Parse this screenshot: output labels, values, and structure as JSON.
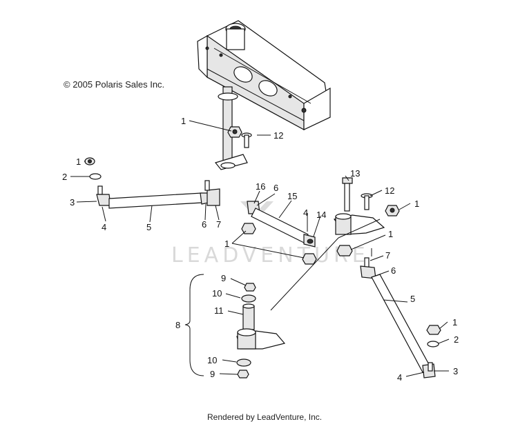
{
  "copyright": "© 2005 Polaris Sales Inc.",
  "footer": "Rendered by LeadVenture, Inc.",
  "watermark": "LEADVENTURE",
  "callouts": {
    "c_1a": "1",
    "c_12a": "12",
    "c_1b": "1",
    "c_2a": "2",
    "c_3a": "3",
    "c_4a": "4",
    "c_5a": "5",
    "c_6a": "6",
    "c_7a": "7",
    "c_16": "16",
    "c_6b": "6",
    "c_15": "15",
    "c_4b": "4",
    "c_14": "14",
    "c_1c": "1",
    "c_13": "13",
    "c_12b": "12",
    "c_1d": "1",
    "c_1e": "1",
    "c_7b": "7",
    "c_6c": "6",
    "c_5b": "5",
    "c_1f": "1",
    "c_2b": "2",
    "c_3b": "3",
    "c_4c": "4",
    "c_9a": "9",
    "c_10a": "10",
    "c_11": "11",
    "c_8": "8",
    "c_10b": "10",
    "c_9b": "9"
  }
}
